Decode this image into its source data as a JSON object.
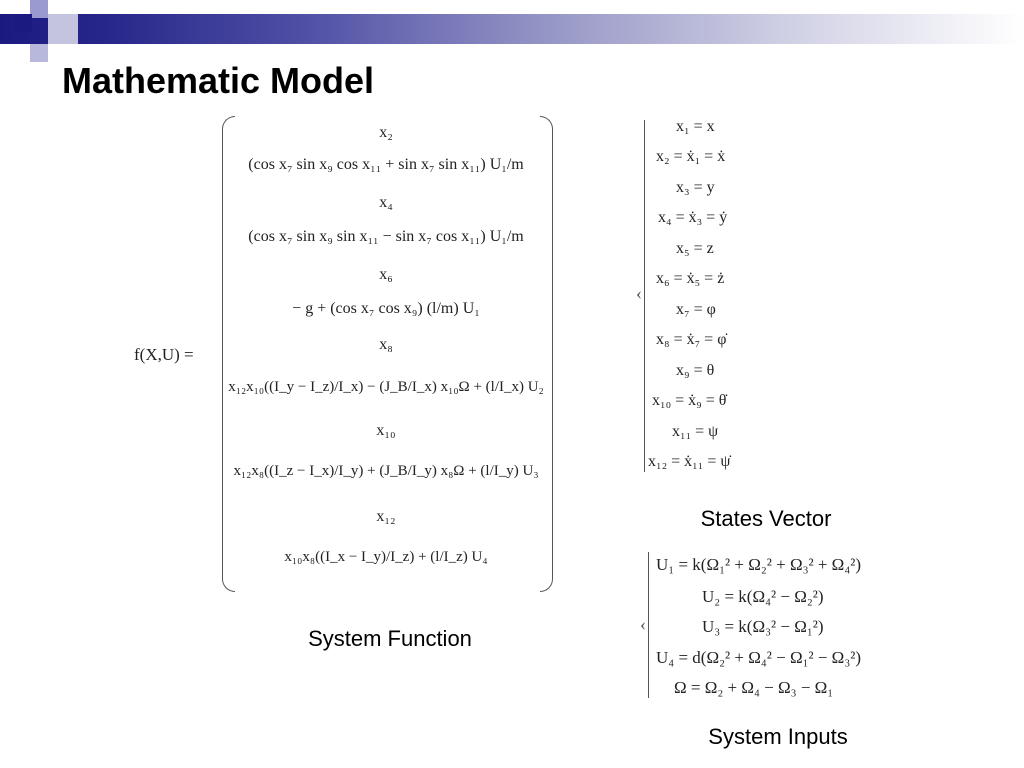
{
  "slide": {
    "title": "Mathematic Model"
  },
  "system_function": {
    "lhs": "f(X,U) =",
    "rows": [
      "x₂",
      "(cos x₇ sin x₉ cos x₁₁ + sin x₇ sin x₁₁) U₁/m",
      "x₄",
      "(cos x₇ sin x₉ sin x₁₁ − sin x₇ cos x₁₁) U₁/m",
      "x₆",
      "− g + (cos x₇ cos x₉) (l/m) U₁",
      "x₈",
      "x₁₂x₁₀((I_y − I_z)/I_x) − (J_B/I_x) x₁₀Ω + (l/I_x) U₂",
      "x₁₀",
      "x₁₂x₈((I_z − I_x)/I_y) + (J_B/I_y) x₈Ω + (l/I_y) U₃",
      "x₁₂",
      "x₁₀x₈((I_x − I_y)/I_z) + (l/I_z) U₄"
    ],
    "caption": "System Function"
  },
  "states_vector": {
    "rows": [
      "x₁ = x",
      "x₂ = ẋ₁ = ẋ",
      "x₃ = y",
      "x₄ = ẋ₃ = ẏ",
      "x₅ = z",
      "x₆ = ẋ₅ = ż",
      "x₇ = φ",
      "x₈ = ẋ₇ = φ̇",
      "x₉ = θ",
      "x₁₀ = ẋ₉ = θ̇",
      "x₁₁ = ψ",
      "x₁₂ = ẋ₁₁ = ψ̇"
    ],
    "caption": "States Vector"
  },
  "system_inputs": {
    "rows": [
      "U₁ = k(Ω₁² + Ω₂² + Ω₃² + Ω₄²)",
      "U₂ = k(Ω₄² − Ω₂²)",
      "U₃ = k(Ω₃² − Ω₁²)",
      "U₄ = d(Ω₂² + Ω₄² − Ω₁² − Ω₃²)",
      "Ω = Ω₂ + Ω₄ − Ω₃ − Ω₁"
    ],
    "caption": "System Inputs"
  },
  "colors": {
    "banner_dark": "#1a1a80",
    "square_dark": "#1a1a80",
    "square_light": "#9a9ad0",
    "text": "#000000"
  }
}
